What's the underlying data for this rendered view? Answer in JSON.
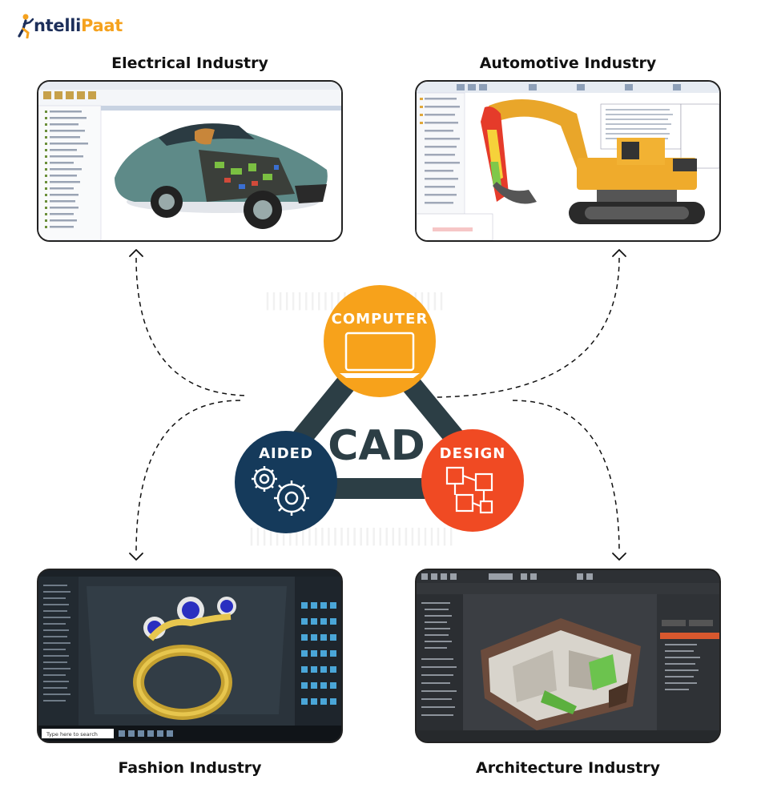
{
  "brand": {
    "name_prefix": "ntelli",
    "name_suffix": "Paat",
    "colors": {
      "navy": "#1d2f5a",
      "orange": "#f5a21e"
    }
  },
  "sections": {
    "top_left": {
      "title": "Electrical Industry"
    },
    "top_right": {
      "title": "Automotive Industry"
    },
    "bottom_left": {
      "title": "Fashion Industry"
    },
    "bottom_right": {
      "title": "Architecture Industry"
    }
  },
  "center": {
    "label": "CAD",
    "computer": "COMPUTER",
    "aided": "AIDED",
    "design": "DESIGN",
    "colors": {
      "computer": "#f7a21b",
      "aided": "#153a5b",
      "design": "#f04a23",
      "triangle": "#2c3e45"
    }
  },
  "screens": {
    "fashion_search": "Type here to search"
  }
}
